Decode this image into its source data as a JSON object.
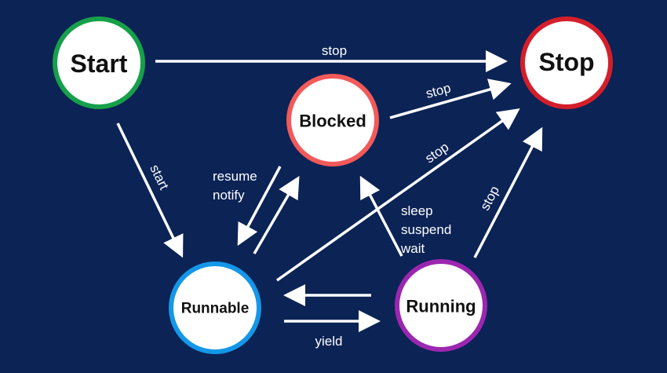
{
  "colors": {
    "background": "#0b2355",
    "start": "#16a04a",
    "stop": "#d41f2a",
    "blocked": "#f25a5a",
    "runnable": "#1497e8",
    "running": "#9b27b0",
    "arrow": "#ffffff",
    "node_fill": "#ffffff"
  },
  "nodes": {
    "start": "Start",
    "stop": "Stop",
    "blocked": "Blocked",
    "runnable": "Runnable",
    "running": "Running"
  },
  "edges": {
    "start_stop": "stop",
    "blocked_stop": "stop",
    "runnable_stop": "stop",
    "running_stop": "stop",
    "start_runnable": "start",
    "blocked_runnable_1": "resume",
    "blocked_runnable_2": "notify",
    "running_blocked_1": "sleep",
    "running_blocked_2": "suspend",
    "running_blocked_3": "wait",
    "runnable_running": "yield"
  }
}
